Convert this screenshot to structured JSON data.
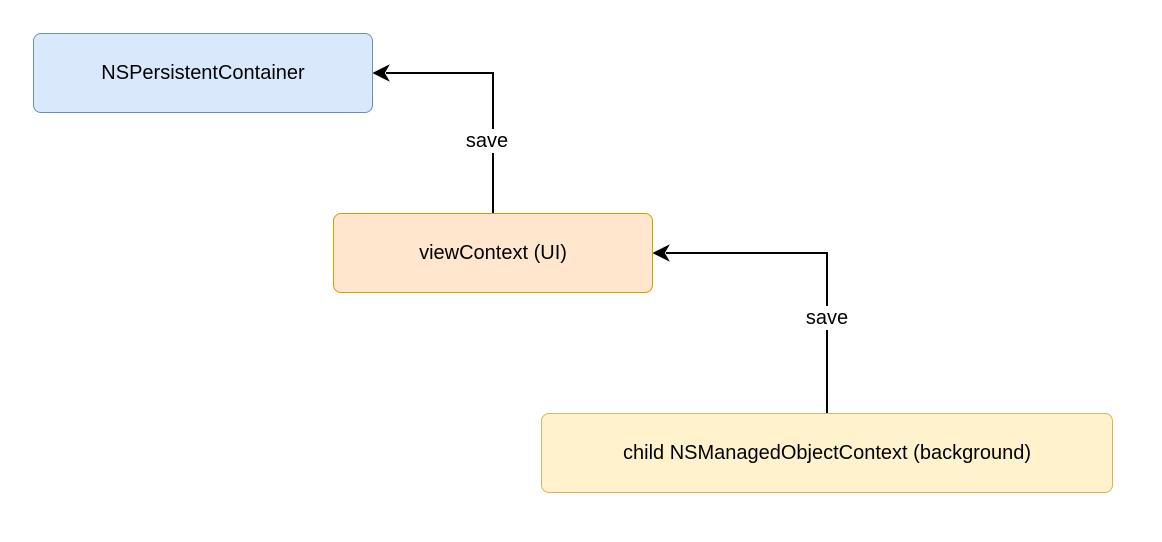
{
  "nodes": {
    "container": {
      "label": "NSPersistentContainer",
      "fill": "#dae8fc",
      "stroke": "#6c8ebf"
    },
    "view_context": {
      "label": "viewContext (UI)",
      "fill": "#ffe6cc",
      "stroke": "#d79b00"
    },
    "child_context": {
      "label": "child NSManagedObjectContext (background)",
      "fill": "#fff2cc",
      "stroke": "#d6b656"
    }
  },
  "edges": [
    {
      "from": "view_context",
      "to": "container",
      "label": "save"
    },
    {
      "from": "child_context",
      "to": "view_context",
      "label": "save"
    }
  ],
  "colors": {
    "edge": "#000000",
    "background": "#ffffff"
  }
}
